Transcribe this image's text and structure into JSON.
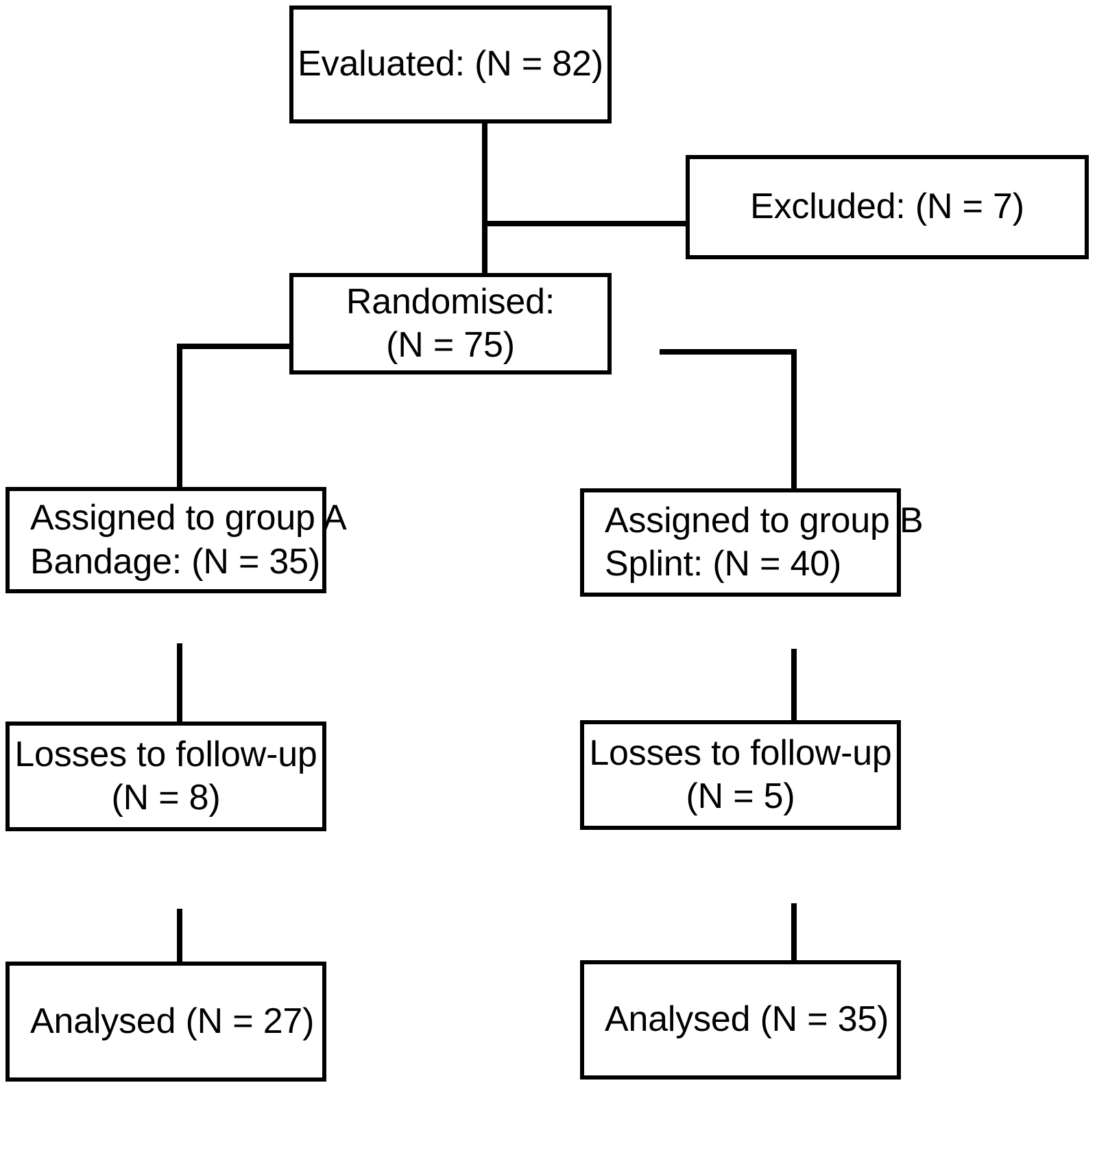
{
  "diagram": {
    "type": "consort-flow-diagram",
    "title": "CONSORT participant flow",
    "stroke_color": "#000000",
    "background_color": "#ffffff",
    "nodes": {
      "evaluated": {
        "lines": [
          "Evaluated: (N = 82)"
        ],
        "n": 82,
        "align": "center"
      },
      "excluded": {
        "lines": [
          "Excluded: (N = 7)"
        ],
        "n": 7,
        "align": "center"
      },
      "randomised": {
        "lines": [
          "Randomised:",
          "(N = 75)"
        ],
        "n": 75,
        "align": "center"
      },
      "group_a": {
        "lines": [
          "Assigned to group A",
          "Bandage: (N = 35)"
        ],
        "n": 35,
        "align": "left"
      },
      "group_b": {
        "lines": [
          "Assigned to group B",
          "Splint: (N = 40)"
        ],
        "n": 40,
        "align": "left"
      },
      "losses_a": {
        "lines": [
          "Losses to follow-up",
          "(N = 8)"
        ],
        "n": 8,
        "align": "center"
      },
      "losses_b": {
        "lines": [
          "Losses to follow-up",
          "(N = 5)"
        ],
        "n": 5,
        "align": "center"
      },
      "analysed_a": {
        "lines": [
          "Analysed (N = 27)"
        ],
        "n": 27,
        "align": "left"
      },
      "analysed_b": {
        "lines": [
          "Analysed (N = 35)"
        ],
        "n": 35,
        "align": "left"
      }
    }
  },
  "chart_data": {
    "type": "diagram",
    "title": "CONSORT participant flow",
    "nodes": [
      {
        "id": "evaluated",
        "label": "Evaluated: (N = 82)",
        "value": 82
      },
      {
        "id": "excluded",
        "label": "Excluded: (N = 7)",
        "value": 7
      },
      {
        "id": "randomised",
        "label": "Randomised: (N = 75)",
        "value": 75
      },
      {
        "id": "group_a",
        "label": "Assigned to group A Bandage: (N = 35)",
        "value": 35
      },
      {
        "id": "group_b",
        "label": "Assigned to group B Splint: (N = 40)",
        "value": 40
      },
      {
        "id": "losses_a",
        "label": "Losses to follow-up (N = 8)",
        "value": 8
      },
      {
        "id": "losses_b",
        "label": "Losses to follow-up (N = 5)",
        "value": 5
      },
      {
        "id": "analysed_a",
        "label": "Analysed (N = 27)",
        "value": 27
      },
      {
        "id": "analysed_b",
        "label": "Analysed (N = 35)",
        "value": 35
      }
    ],
    "edges": [
      {
        "from": "evaluated",
        "to": "excluded"
      },
      {
        "from": "evaluated",
        "to": "randomised"
      },
      {
        "from": "randomised",
        "to": "group_a"
      },
      {
        "from": "randomised",
        "to": "group_b"
      },
      {
        "from": "group_a",
        "to": "losses_a"
      },
      {
        "from": "group_b",
        "to": "losses_b"
      },
      {
        "from": "losses_a",
        "to": "analysed_a"
      },
      {
        "from": "losses_b",
        "to": "analysed_b"
      }
    ]
  }
}
